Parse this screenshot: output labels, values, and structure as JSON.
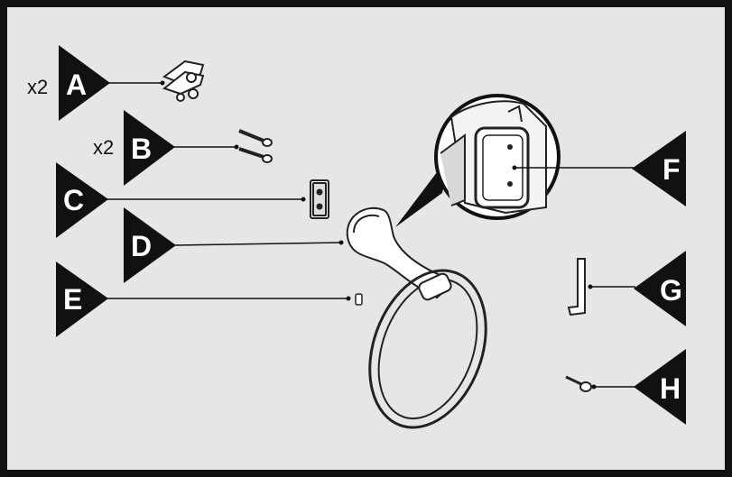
{
  "colors": {
    "frame": "#111111",
    "panel": "#e6e6e6",
    "label_bg": "#111111",
    "label_text": "#ffffff",
    "line_art": "#222222"
  },
  "parts": [
    {
      "letter": "A",
      "quantity": "x2",
      "icon": "mounting-bracket-icon"
    },
    {
      "letter": "B",
      "quantity": "x2",
      "icon": "screw-icon"
    },
    {
      "letter": "C",
      "quantity": "",
      "icon": "wall-plate-icon"
    },
    {
      "letter": "D",
      "quantity": "",
      "icon": "towel-ring-icon"
    },
    {
      "letter": "E",
      "quantity": "",
      "icon": "set-screw-icon"
    },
    {
      "letter": "F",
      "quantity": "",
      "icon": "mounting-block-detail-icon"
    },
    {
      "letter": "G",
      "quantity": "",
      "icon": "hex-key-icon"
    },
    {
      "letter": "H",
      "quantity": "",
      "icon": "wall-anchor-icon"
    }
  ]
}
